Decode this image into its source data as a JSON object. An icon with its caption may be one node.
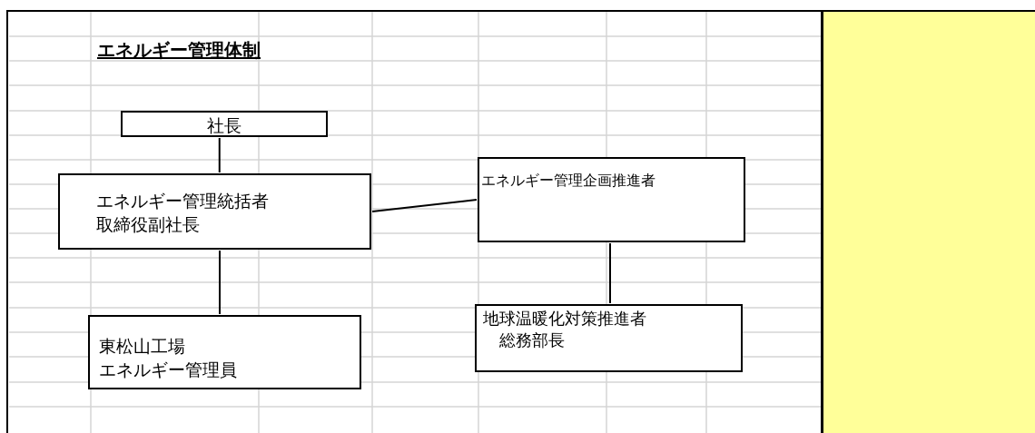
{
  "diagram": {
    "title": "エネルギー管理体制",
    "nodes": [
      {
        "text": [
          "社長"
        ]
      },
      {
        "text": [
          "エネルギー管理統括者",
          "取締役副社長"
        ]
      },
      {
        "text": [
          "エネルギー管理企画推進者"
        ]
      },
      {
        "text": [
          "東松山工場",
          "エネルギー管理員"
        ]
      },
      {
        "text": [
          "地球温暖化対策推進者",
          "総務部長"
        ]
      }
    ],
    "edges": [
      {
        "from": 0,
        "to": 1,
        "arrow": "none"
      },
      {
        "from": 1,
        "to": 2,
        "arrow": "none"
      },
      {
        "from": 1,
        "to": 3,
        "arrow": "none"
      },
      {
        "from": 2,
        "to": 4,
        "arrow": "none"
      }
    ]
  }
}
